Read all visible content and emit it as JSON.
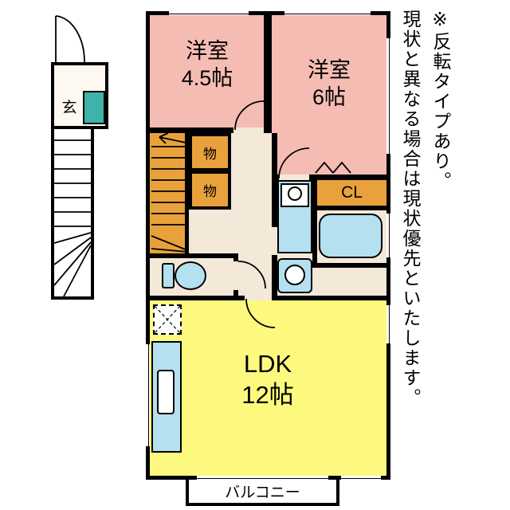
{
  "floor_plan": {
    "rooms": {
      "western_small": {
        "name": "洋室",
        "size": "4.5帖"
      },
      "western_large": {
        "name": "洋室",
        "size": "6帖"
      },
      "ldk": {
        "name": "LDK",
        "size": "12帖"
      },
      "closet": {
        "label": "CL"
      },
      "storage_upper": {
        "label": "物"
      },
      "storage_lower": {
        "label": "物"
      },
      "entrance": {
        "label": "玄"
      },
      "balcony": {
        "label": "バルコニー"
      }
    },
    "notes": [
      "※反転タイプあり。",
      "現状と異なる場合は現状優先といたします。"
    ],
    "colors": {
      "room_pink": "#f5bcb4",
      "ldk_yellow": "#fcf97e",
      "storage_orange": "#e9a23b",
      "fixture_blue": "#b4e0f0",
      "entrance_teal": "#3fb3a9",
      "hallway_cream": "#f4e8d9",
      "wall_black": "#000000"
    }
  }
}
